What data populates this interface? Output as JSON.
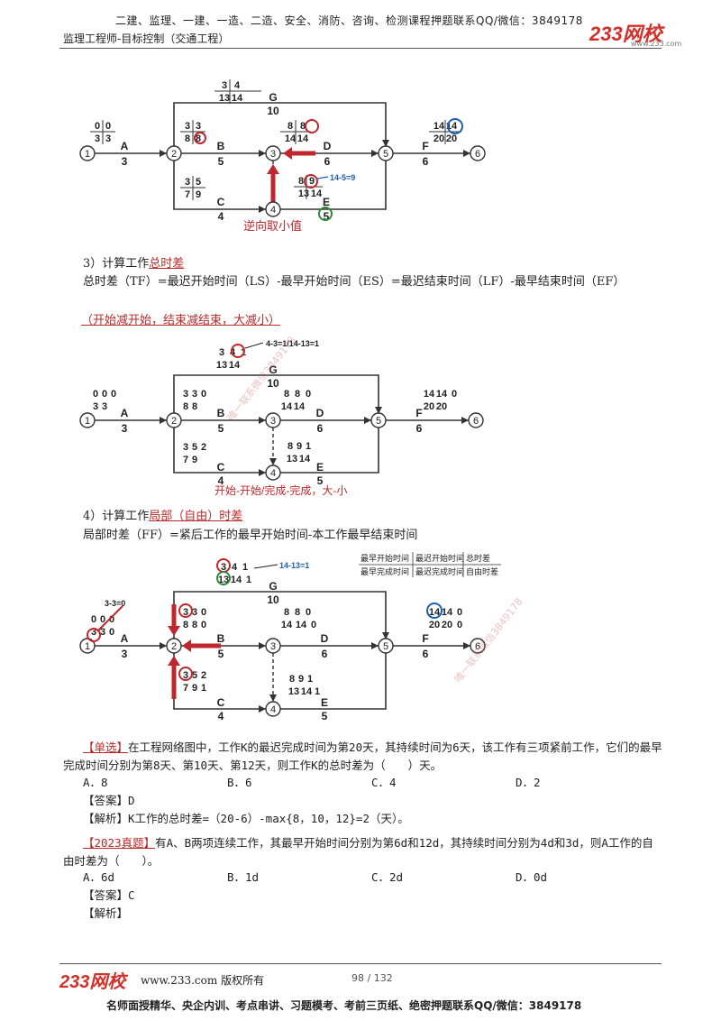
{
  "header": {
    "top_line": "二建、监理、一建、一造、二造、安全、消防、咨询、检测课程押题联系QQ/微信：3849178",
    "subtitle": "监理工程师-目标控制（交通工程）",
    "logo": "233网校",
    "logo_url": "www.233.com"
  },
  "diagram1": {
    "nodes": [
      "1",
      "2",
      "3",
      "4",
      "5",
      "6"
    ],
    "activities": {
      "A": {
        "name": "A",
        "duration": "3",
        "top": [
          "0",
          "0"
        ],
        "bottom": [
          "3",
          "3"
        ]
      },
      "B": {
        "name": "B",
        "duration": "5",
        "top": [
          "3",
          "3"
        ],
        "bottom": [
          "8",
          "8"
        ]
      },
      "C": {
        "name": "C",
        "duration": "4",
        "top": [
          "3",
          "5"
        ],
        "bottom": [
          "7",
          "9"
        ]
      },
      "D": {
        "name": "D",
        "duration": "6",
        "top": [
          "8",
          "8"
        ],
        "bottom": [
          "14",
          "14"
        ]
      },
      "E": {
        "name": "E",
        "duration": "5",
        "top": [
          "8",
          "9"
        ],
        "bottom": [
          "13",
          "14"
        ]
      },
      "F": {
        "name": "F",
        "duration": "6",
        "top": [
          "14",
          "14"
        ],
        "bottom": [
          "20",
          "20"
        ]
      },
      "G": {
        "name": "G",
        "duration": "10",
        "top": [
          "3",
          "4"
        ],
        "bottom": [
          "13",
          "14"
        ]
      }
    },
    "annotation": "14-5=9",
    "note": "逆向取小值"
  },
  "section3": {
    "title_prefix": "3）计算工作",
    "title_link": "总时差",
    "formula": "总时差（TF）=最迟开始时间（LS）-最早开始时间（ES）=最迟结束时间（LF）-最早结束时间（EF）",
    "mnemonic": "（开始减开始，结束减结束，大减小）"
  },
  "diagram2": {
    "activities": {
      "A": {
        "name": "A",
        "duration": "3",
        "top": [
          "0",
          "0",
          "0"
        ],
        "bottom": [
          "3",
          "3"
        ]
      },
      "B": {
        "name": "B",
        "duration": "5",
        "top": [
          "3",
          "3",
          "0"
        ],
        "bottom": [
          "8",
          "8"
        ]
      },
      "C": {
        "name": "C",
        "duration": "4",
        "top": [
          "3",
          "5",
          "2"
        ],
        "bottom": [
          "7",
          "9"
        ]
      },
      "D": {
        "name": "D",
        "duration": "6",
        "top": [
          "8",
          "8",
          "0"
        ],
        "bottom": [
          "14",
          "14"
        ]
      },
      "E": {
        "name": "E",
        "duration": "5",
        "top": [
          "8",
          "9",
          "1"
        ],
        "bottom": [
          "13",
          "14"
        ]
      },
      "F": {
        "name": "F",
        "duration": "6",
        "top": [
          "14",
          "14",
          "0"
        ],
        "bottom": [
          "20",
          "20"
        ]
      },
      "G": {
        "name": "G",
        "duration": "10",
        "top": [
          "3",
          "4",
          "1"
        ],
        "bottom": [
          "13",
          "14"
        ]
      }
    },
    "annotation": "4-3=1/14-13=1",
    "note": "开始-开始/完成-完成，大-小"
  },
  "section4": {
    "title_prefix": "4）计算工作",
    "title_link": "局部（自由）时差",
    "formula": "局部时差（FF）=紧后工作的最早开始时间-本工作最早结束时间"
  },
  "diagram3": {
    "activities": {
      "A": {
        "name": "A",
        "duration": "3",
        "top": [
          "0",
          "0",
          "0"
        ],
        "bottom": [
          "3",
          "3",
          "0"
        ]
      },
      "B": {
        "name": "B",
        "duration": "5",
        "top": [
          "3",
          "3",
          "0"
        ],
        "bottom": [
          "8",
          "8",
          "0"
        ]
      },
      "C": {
        "name": "C",
        "duration": "4",
        "top": [
          "3",
          "5",
          "2"
        ],
        "bottom": [
          "7",
          "9",
          "1"
        ]
      },
      "D": {
        "name": "D",
        "duration": "6",
        "top": [
          "8",
          "8",
          "0"
        ],
        "bottom": [
          "14",
          "14",
          "0"
        ]
      },
      "E": {
        "name": "E",
        "duration": "5",
        "top": [
          "8",
          "9",
          "1"
        ],
        "bottom": [
          "13",
          "14",
          "1"
        ]
      },
      "F": {
        "name": "F",
        "duration": "6",
        "top": [
          "14",
          "14",
          "0"
        ],
        "bottom": [
          "20",
          "20",
          "0"
        ]
      },
      "G": {
        "name": "G",
        "duration": "10",
        "top": [
          "3",
          "4",
          "1"
        ],
        "bottom": [
          "13",
          "14",
          "1"
        ]
      }
    },
    "annotation_g": "14-13=1",
    "annotation_a": "3-3=0",
    "legend": [
      [
        "最早开始时间",
        "最迟开始时间",
        "总时差"
      ],
      [
        "最早完成时间",
        "最迟完成时间",
        "自由时差"
      ]
    ]
  },
  "q1": {
    "tag": "【单选】",
    "text": "在工程网络图中，工作K的最迟完成时间为第20天，其持续时间为6天，该工作有三项紧前工作，它们的最早完成时间分别为第8天、第10天、第12天，则工作K的总时差为（　　）天。",
    "options": [
      "A．8",
      "B．6",
      "C．4",
      "D．2"
    ],
    "answer": "【答案】D",
    "analysis": "【解析】K工作的总时差=（20-6）-max{8，10，12}=2（天）。"
  },
  "q2": {
    "tag": "【2023真题】",
    "text": "有A、B两项连续工作，其最早开始时间分别为第6d和12d，其持续时间分别为4d和3d，则A工作的自由时差为（　　）。",
    "options": [
      "A．6d",
      "B．1d",
      "C．2d",
      "D．0d"
    ],
    "answer": "【答案】C",
    "analysis": "【解析】"
  },
  "footer": {
    "logo": "233网校",
    "site": "www.233.com 版权所有",
    "page": "98 / 132",
    "bottom_line": "名师面授精华、央企内训、考点串讲、习题模考、考前三页纸、绝密押题联系QQ/微信：3849178"
  },
  "watermark": "唯一联系微信3849178"
}
